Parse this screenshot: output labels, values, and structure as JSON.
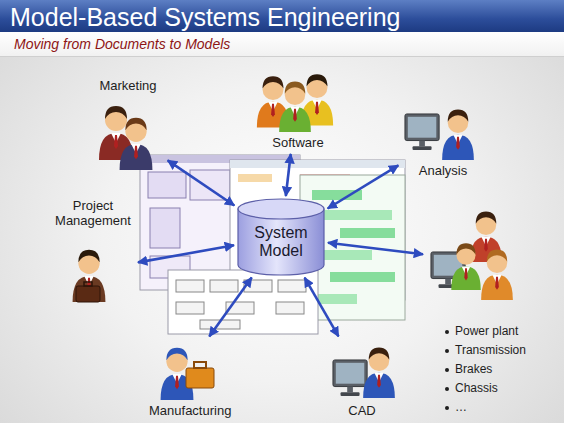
{
  "diagram": {
    "title": "Model-Based Systems Engineering",
    "nodes": [
      {
        "text": [
          "Marketing"
        ]
      },
      {
        "text": [
          "Software"
        ]
      },
      {
        "text": [
          "Analysis"
        ]
      },
      {
        "text": [
          "Project Management"
        ]
      },
      {
        "text": [
          "System Model"
        ]
      },
      {
        "text": [
          "Power plant",
          "Transmission",
          "Brakes",
          "Chassis",
          "…"
        ]
      },
      {
        "text": [
          "Manufacturing"
        ]
      },
      {
        "text": [
          "CAD"
        ]
      }
    ],
    "edges": [
      {
        "from": 4,
        "to": 0,
        "arrow": "both"
      },
      {
        "from": 4,
        "to": 1,
        "arrow": "both"
      },
      {
        "from": 4,
        "to": 2,
        "arrow": "both"
      },
      {
        "from": 4,
        "to": 3,
        "arrow": "both"
      },
      {
        "from": 4,
        "to": 5,
        "arrow": "both"
      },
      {
        "from": 4,
        "to": 6,
        "arrow": "both"
      },
      {
        "from": 4,
        "to": 7,
        "arrow": "both"
      }
    ],
    "labels": [
      "Moving from Documents to Models"
    ]
  }
}
